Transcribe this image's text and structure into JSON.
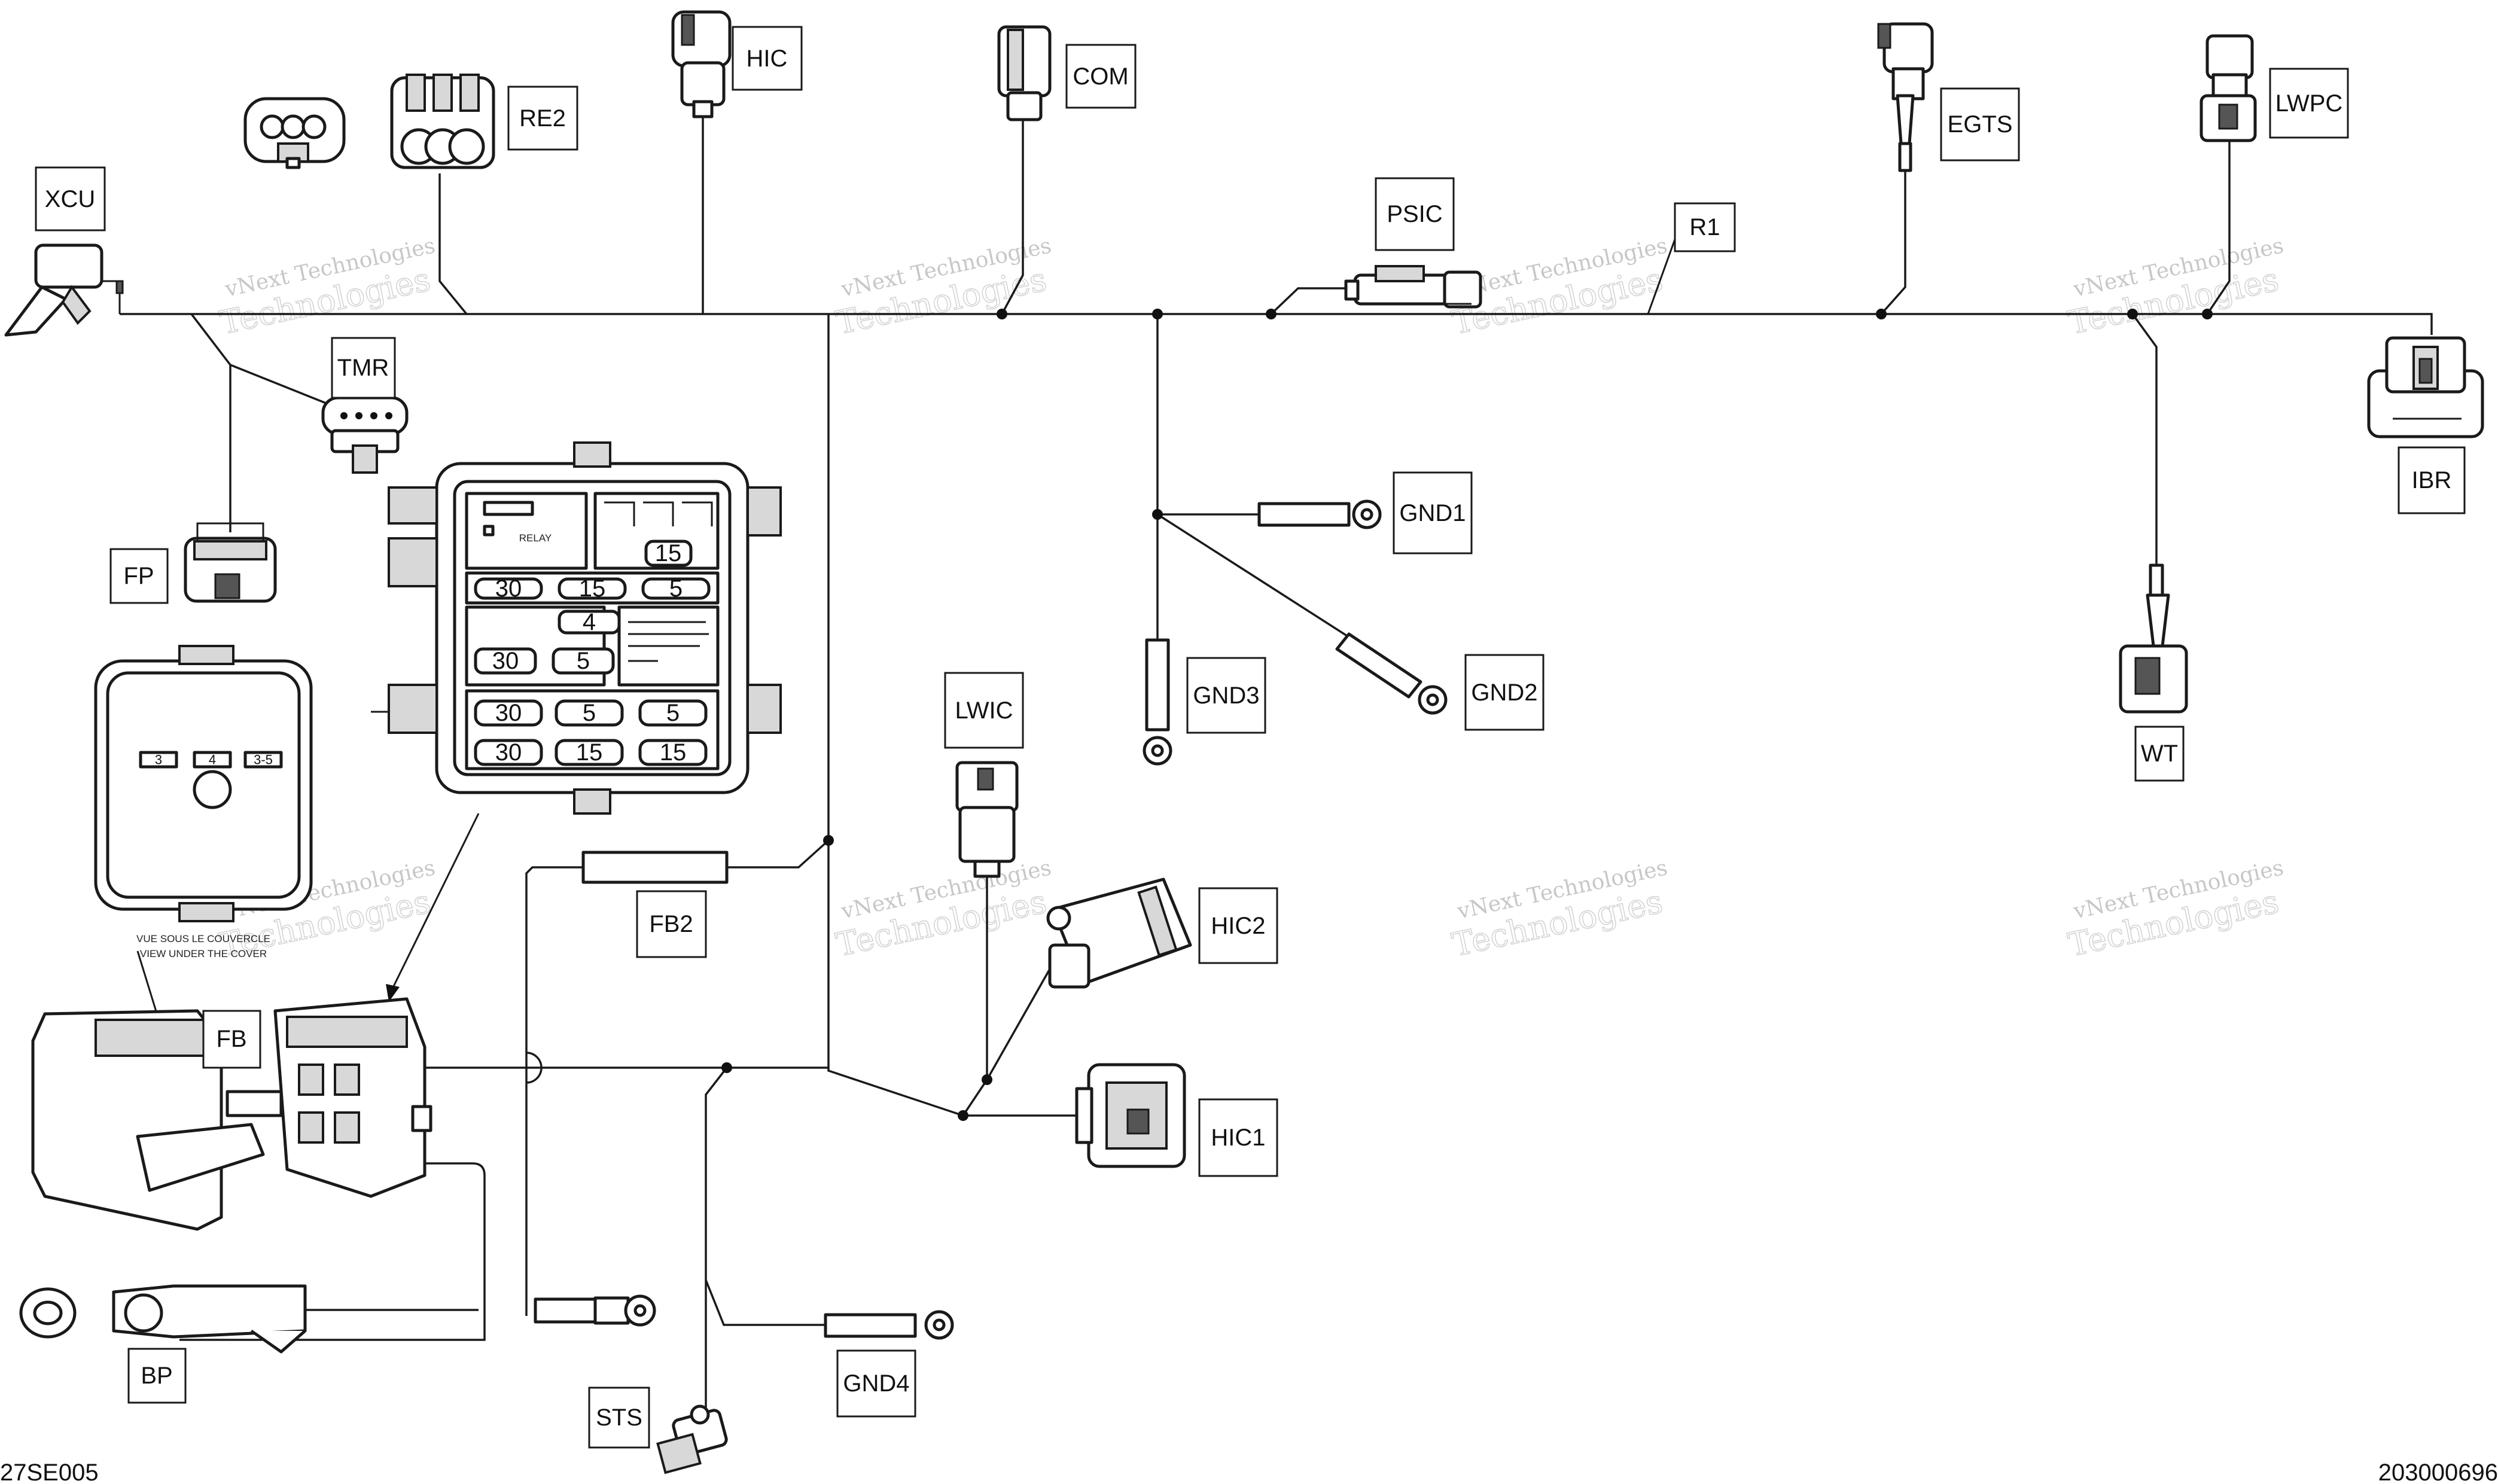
{
  "diagram": {
    "labels": {
      "xcu": "XCU",
      "re2": "RE2",
      "hic": "HIC",
      "com": "COM",
      "egts": "EGTS",
      "lwpc": "LWPC",
      "psic": "PSIC",
      "r1": "R1",
      "tmr": "TMR",
      "ibr": "IBR",
      "fp": "FP",
      "gnd1": "GND1",
      "gnd2": "GND2",
      "gnd3": "GND3",
      "wt": "WT",
      "lwic": "LWIC",
      "fb2": "FB2",
      "hic2": "HIC2",
      "hic1": "HIC1",
      "fb": "FB",
      "bp": "BP",
      "sts": "STS",
      "gnd4": "GND4"
    },
    "fuse_box": {
      "relay_text": "RELAY",
      "fuses": [
        "30",
        "15",
        "5",
        "15",
        "4",
        "30",
        "5",
        "30",
        "5",
        "5",
        "30",
        "15",
        "15"
      ]
    },
    "fuse_cover": {
      "markings": [
        "3",
        "4",
        "3-5"
      ],
      "note_fr": "VUE SOUS LE COUVERCLE",
      "note_en": "VIEW UNDER THE COVER"
    },
    "footer": {
      "left_code": "27SE005",
      "right_code": "203000696"
    },
    "watermark": {
      "line1": "vNext Technologies",
      "line2": "Technologies"
    }
  }
}
